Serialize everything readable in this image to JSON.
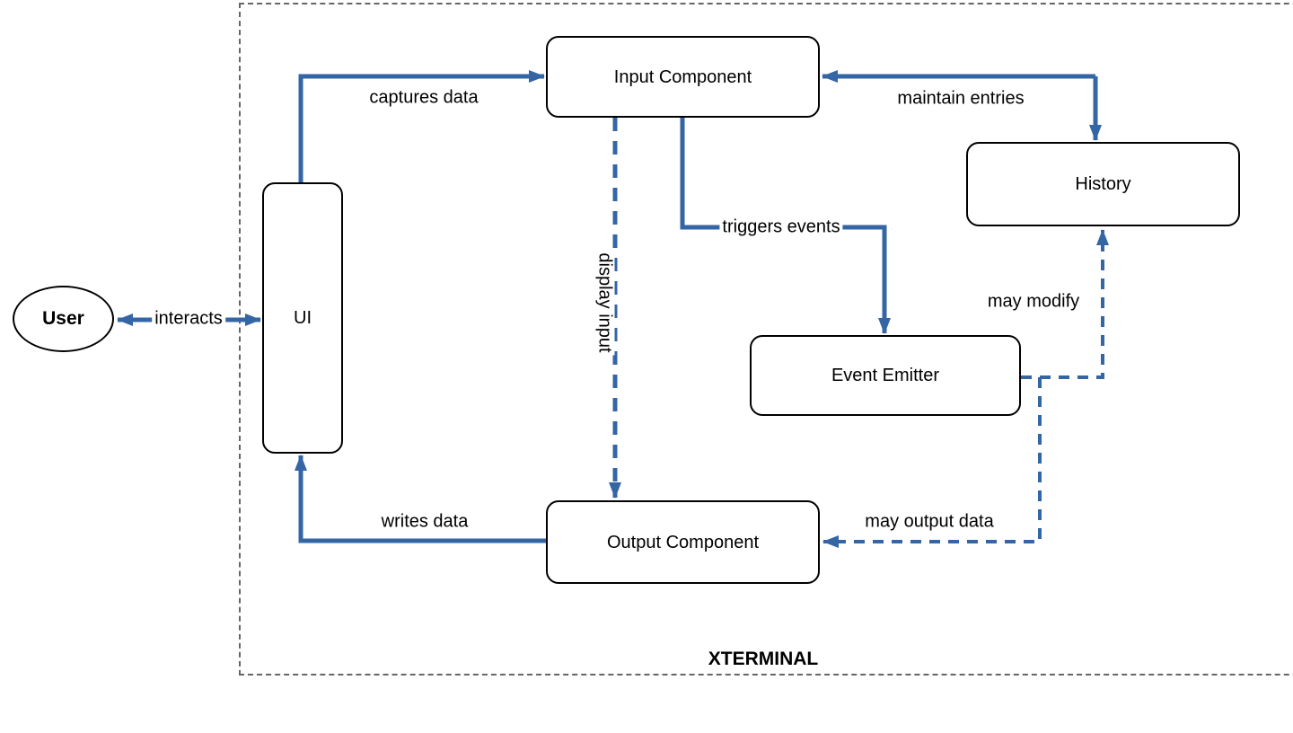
{
  "boundary": {
    "label": "XTERMINAL"
  },
  "nodes": [
    {
      "id": "user",
      "label": "User",
      "shape": "ellipse"
    },
    {
      "id": "ui",
      "label": "UI",
      "shape": "rounded-rect"
    },
    {
      "id": "input",
      "label": "Input Component",
      "shape": "rounded-rect"
    },
    {
      "id": "history",
      "label": "History",
      "shape": "rounded-rect"
    },
    {
      "id": "event_emitter",
      "label": "Event Emitter",
      "shape": "rounded-rect"
    },
    {
      "id": "output",
      "label": "Output Component",
      "shape": "rounded-rect"
    }
  ],
  "edges": [
    {
      "label": "interacts",
      "from": "User",
      "to": "UI",
      "style": "solid",
      "direction": "bidirectional"
    },
    {
      "label": "captures data",
      "from": "UI",
      "to": "Input Component",
      "style": "solid",
      "direction": "one-way"
    },
    {
      "label": "maintain entries",
      "from": "Input Component",
      "to": "History",
      "style": "solid",
      "direction": "bidirectional"
    },
    {
      "label": "triggers events",
      "from": "Input Component",
      "to": "Event Emitter",
      "style": "solid",
      "direction": "one-way"
    },
    {
      "label": "display input",
      "from": "Input Component",
      "to": "Output Component",
      "style": "dashed",
      "direction": "one-way"
    },
    {
      "label": "may modify",
      "from": "Event Emitter",
      "to": "History",
      "style": "dashed",
      "direction": "one-way"
    },
    {
      "label": "may output data",
      "from": "Event Emitter",
      "to": "Output Component",
      "style": "dashed",
      "direction": "one-way"
    },
    {
      "label": "writes data",
      "from": "Output Component",
      "to": "UI",
      "style": "solid",
      "direction": "one-way"
    }
  ],
  "colors": {
    "arrow": "#3465a4",
    "boundary_border": "#666666",
    "node_border": "#000000",
    "node_fill": "#ffffff",
    "text": "#000000",
    "background": "#ffffff"
  }
}
